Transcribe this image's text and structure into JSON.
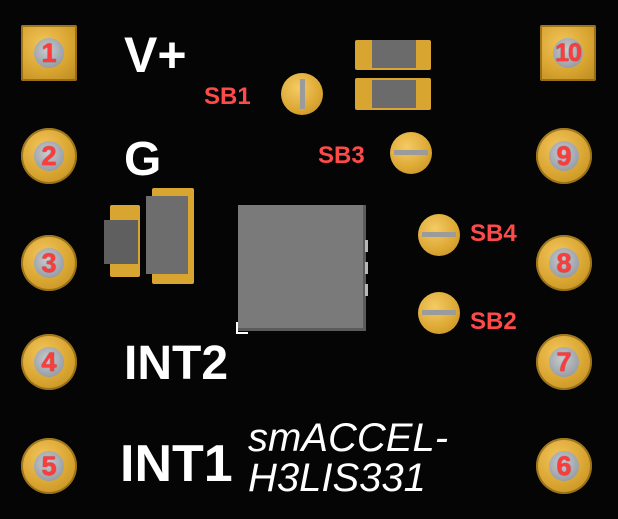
{
  "pins": {
    "p1": "1",
    "p2": "2",
    "p3": "3",
    "p4": "4",
    "p5": "5",
    "p6": "6",
    "p7": "7",
    "p8": "8",
    "p9": "9",
    "p10": "10"
  },
  "labels": {
    "vplus": "V+",
    "gnd": "G",
    "int2": "INT2",
    "int1": "INT1",
    "product_line1": "smACCEL-",
    "product_line2": "H3LIS331"
  },
  "solder_bridges": {
    "sb1": "SB1",
    "sb2": "SB2",
    "sb3": "SB3",
    "sb4": "SB4"
  },
  "colors": {
    "board": "#050505",
    "pad_gold": "#d9a531",
    "pin_number": "#ff3b3b",
    "silkscreen": "#ffffff"
  }
}
